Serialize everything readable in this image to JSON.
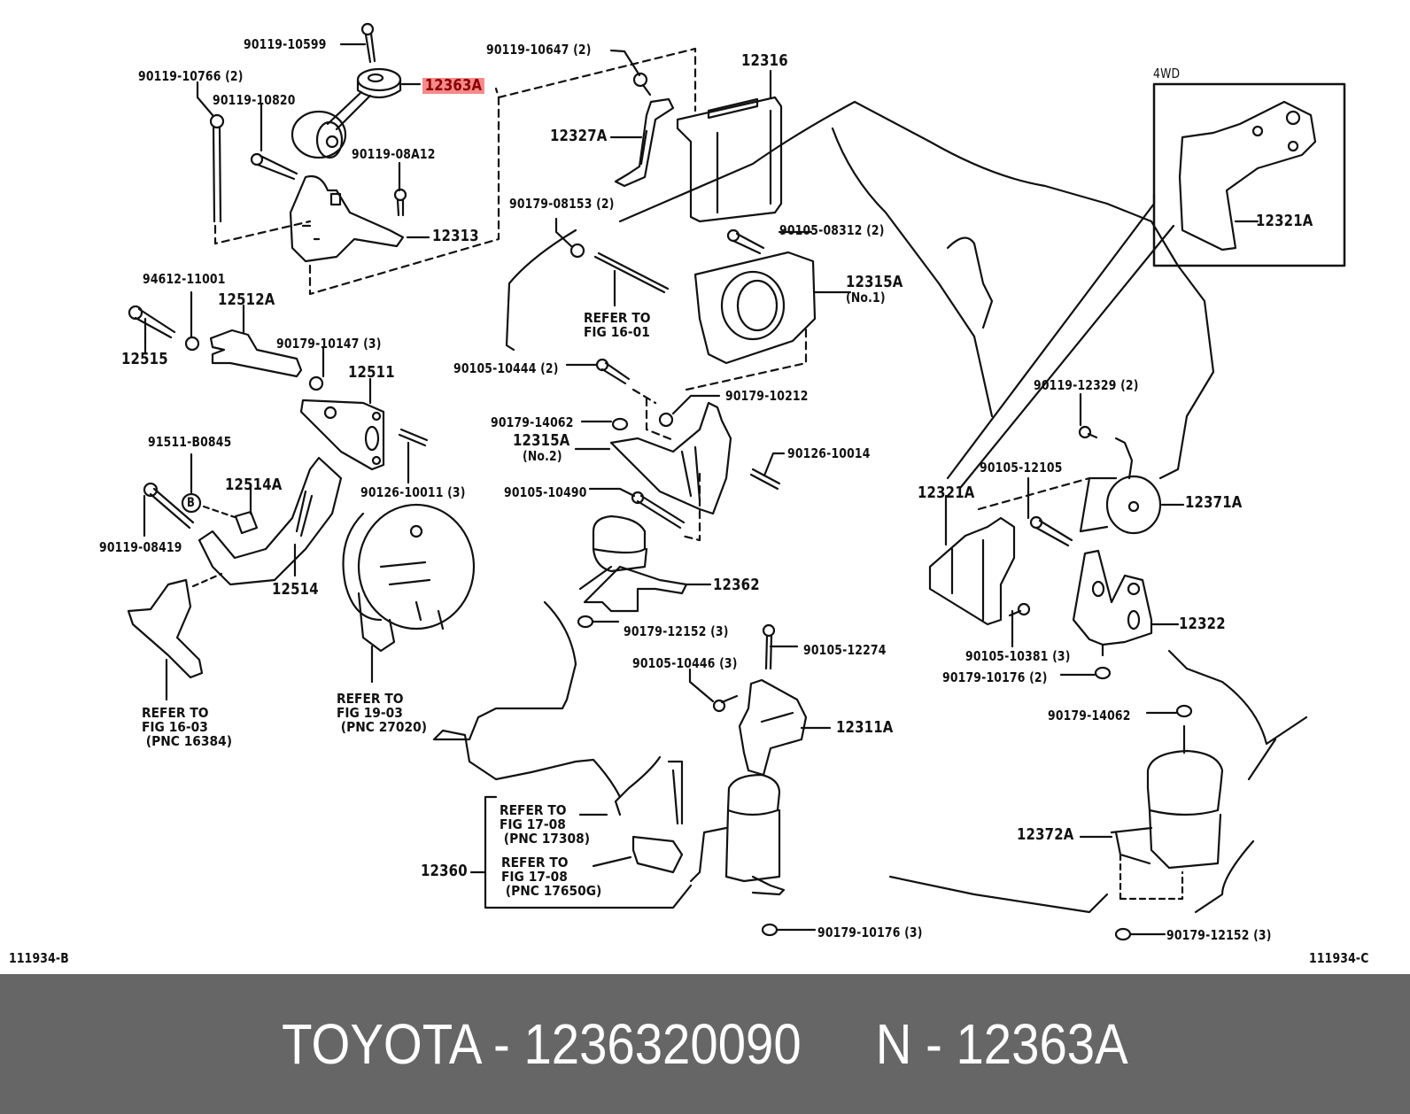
{
  "diagram": {
    "inset_title": "4WD",
    "highlight_color": "#f58a8a",
    "labels": {
      "p_90119_10599": "90119-10599",
      "p_90119_10766": "90119-10766 (2)",
      "p_12363A": "12363A",
      "p_90119_10820": "90119-10820",
      "p_90119_08A12": "90119-08A12",
      "p_12313": "12313",
      "p_90119_10647": "90119-10647 (2)",
      "p_12316": "12316",
      "p_12327A": "12327A",
      "p_90179_08153": "90179-08153 (2)",
      "p_90105_08312": "90105-08312 (2)",
      "p_12315A_no1": "12315A",
      "p_12315A_no1_sub": "(No.1)",
      "p_12321A_inset": "12321A",
      "p_94612_11001": "94612-11001",
      "p_12512A": "12512A",
      "p_12515": "12515",
      "p_90179_10147": "90179-10147 (3)",
      "p_12511": "12511",
      "p_90105_10444": "90105-10444 (2)",
      "p_90179_10212": "90179-10212",
      "p_90179_14062_a": "90179-14062",
      "p_12315A_no2": "12315A",
      "p_12315A_no2_sub": "(No.2)",
      "p_90126_10014": "90126-10014",
      "p_90105_10490": "90105-10490",
      "p_91511_B0845": "91511-B0845",
      "p_12514A": "12514A",
      "p_B_marker": "B",
      "p_90126_10011": "90126-10011 (3)",
      "p_90119_08419": "90119-08419",
      "p_12514": "12514",
      "p_12362": "12362",
      "p_90179_12152_a": "90179-12152 (3)",
      "p_90105_12274": "90105-12274",
      "p_90105_10446": "90105-10446 (3)",
      "p_12311A": "12311A",
      "p_12360": "12360",
      "p_90179_10176_a": "90179-10176 (3)",
      "p_90119_12329": "90119-12329 (2)",
      "p_90105_12105": "90105-12105",
      "p_12321A": "12321A",
      "p_12371A": "12371A",
      "p_12322": "12322",
      "p_90105_10381": "90105-10381 (3)",
      "p_90179_10176_b": "90179-10176 (2)",
      "p_90179_14062_b": "90179-14062",
      "p_12372A": "12372A",
      "p_90179_12152_b": "90179-12152 (3)",
      "fig_id_left": "111934-B",
      "fig_id_right": "111934-C"
    },
    "refs": {
      "ref_fig_16_01": "REFER TO\nFIG 16-01",
      "ref_fig_16_03": "REFER TO\nFIG 16-03\n (PNC 16384)",
      "ref_fig_19_03": "REFER TO\nFIG 19-03\n (PNC 27020)",
      "ref_fig_17_08_a": "REFER TO\nFIG 17-08\n (PNC 17308)",
      "ref_fig_17_08_b": "REFER TO\nFIG 17-08\n (PNC 17650G)"
    }
  },
  "footer": {
    "brand": "TOYOTA",
    "separator": "-",
    "part_number": "1236320090",
    "ref_prefix": "N",
    "ref_separator": "-",
    "ref_code": "12363A"
  }
}
